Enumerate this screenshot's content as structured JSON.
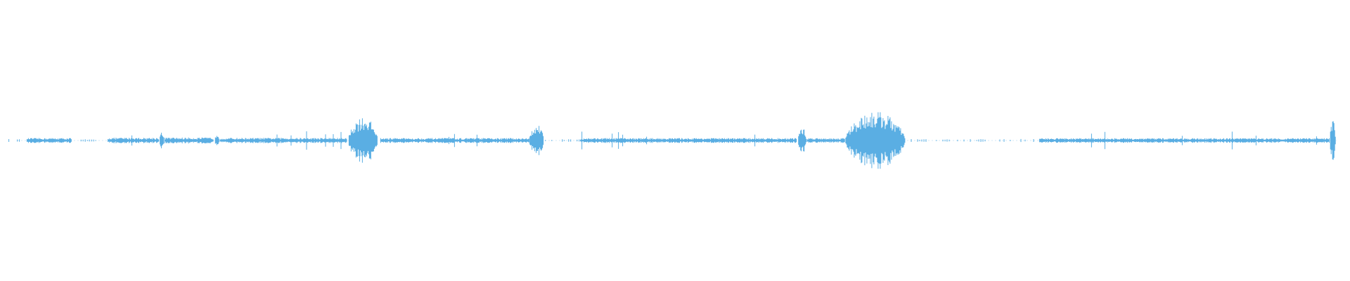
{
  "waveform": {
    "color": "#5aaee3",
    "duration_fraction_start": 0.0,
    "duration_fraction_end": 1.0,
    "segments": [
      {
        "t0": 0.005,
        "t1": 0.015,
        "amp": 0.008,
        "style": "dots"
      },
      {
        "t0": 0.02,
        "t1": 0.053,
        "amp": 0.012,
        "style": "noise"
      },
      {
        "t0": 0.06,
        "t1": 0.075,
        "amp": 0.006,
        "style": "dots"
      },
      {
        "t0": 0.08,
        "t1": 0.118,
        "amp": 0.014,
        "style": "noise"
      },
      {
        "t0": 0.118,
        "t1": 0.122,
        "amp": 0.06,
        "style": "burst"
      },
      {
        "t0": 0.122,
        "t1": 0.158,
        "amp": 0.015,
        "style": "noise"
      },
      {
        "t0": 0.159,
        "t1": 0.163,
        "amp": 0.05,
        "style": "burst"
      },
      {
        "t0": 0.163,
        "t1": 0.257,
        "amp": 0.013,
        "style": "noise"
      },
      {
        "t0": 0.258,
        "t1": 0.282,
        "amp": 0.18,
        "style": "burst"
      },
      {
        "t0": 0.282,
        "t1": 0.392,
        "amp": 0.012,
        "style": "noise"
      },
      {
        "t0": 0.392,
        "t1": 0.404,
        "amp": 0.12,
        "style": "burst"
      },
      {
        "t0": 0.404,
        "t1": 0.43,
        "amp": 0.008,
        "style": "dots"
      },
      {
        "t0": 0.43,
        "t1": 0.59,
        "amp": 0.012,
        "style": "noise"
      },
      {
        "t0": 0.591,
        "t1": 0.598,
        "amp": 0.1,
        "style": "burst"
      },
      {
        "t0": 0.598,
        "t1": 0.626,
        "amp": 0.012,
        "style": "noise"
      },
      {
        "t0": 0.626,
        "t1": 0.675,
        "amp": 0.22,
        "style": "burst"
      },
      {
        "t0": 0.675,
        "t1": 0.77,
        "amp": 0.008,
        "style": "dots"
      },
      {
        "t0": 0.77,
        "t1": 0.985,
        "amp": 0.011,
        "style": "noise"
      },
      {
        "t0": 0.985,
        "t1": 0.99,
        "amp": 0.15,
        "style": "burst"
      }
    ]
  }
}
